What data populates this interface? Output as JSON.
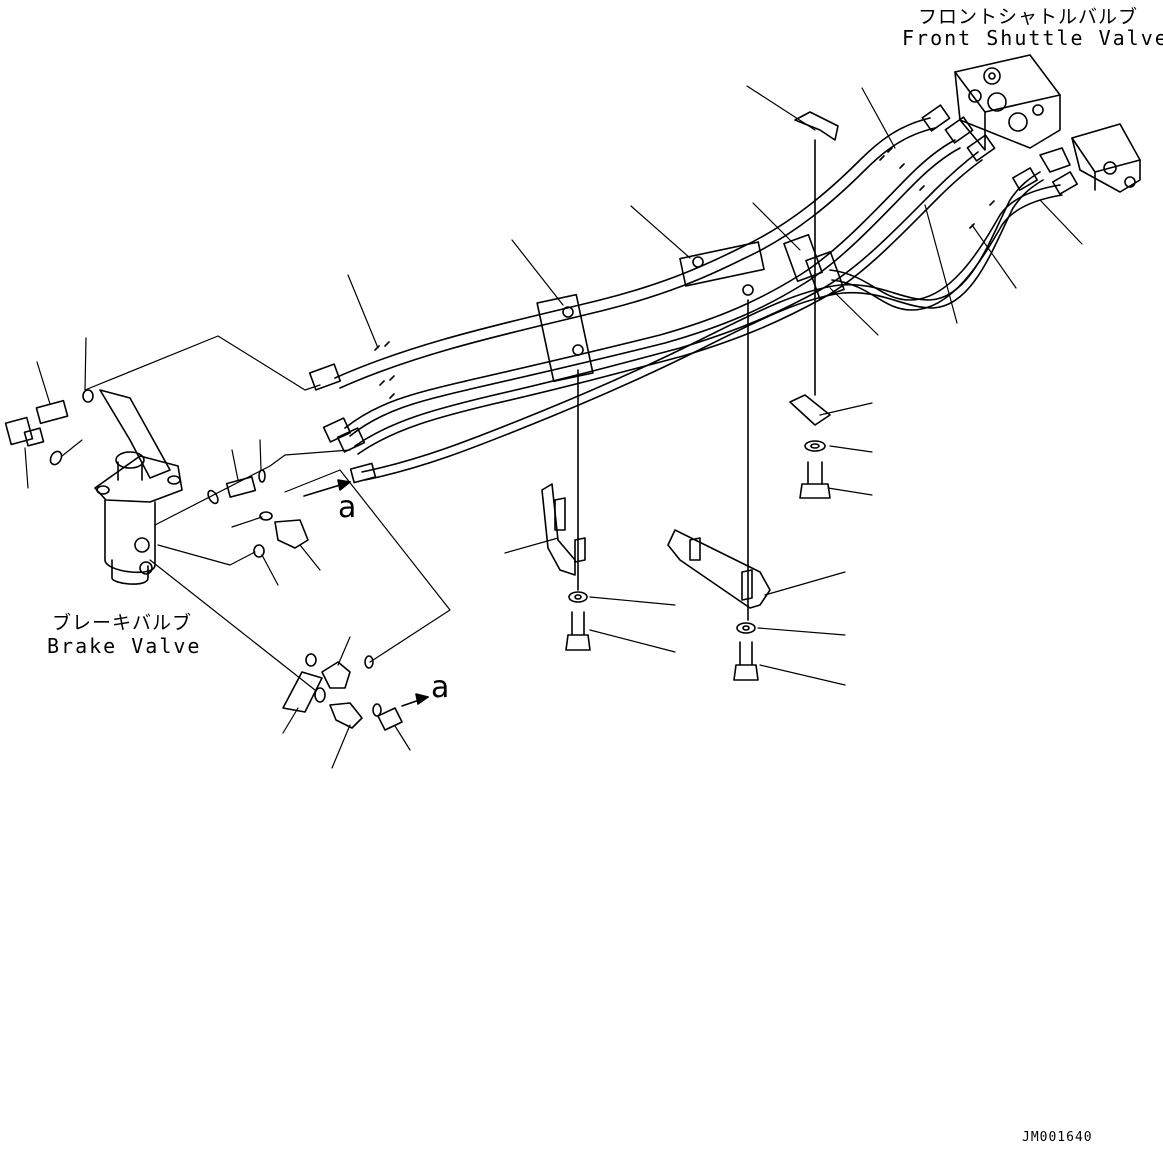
{
  "labels": {
    "front_shuttle_valve_jp": "フロントシャトルバルブ",
    "front_shuttle_valve_en": "Front Shuttle Valve",
    "brake_valve_jp": "ブレーキバルブ",
    "brake_valve_en": "Brake Valve",
    "view_marker": "a",
    "drawing_code": "JM001640"
  },
  "colors": {
    "line": "#000000",
    "background": "#ffffff"
  }
}
